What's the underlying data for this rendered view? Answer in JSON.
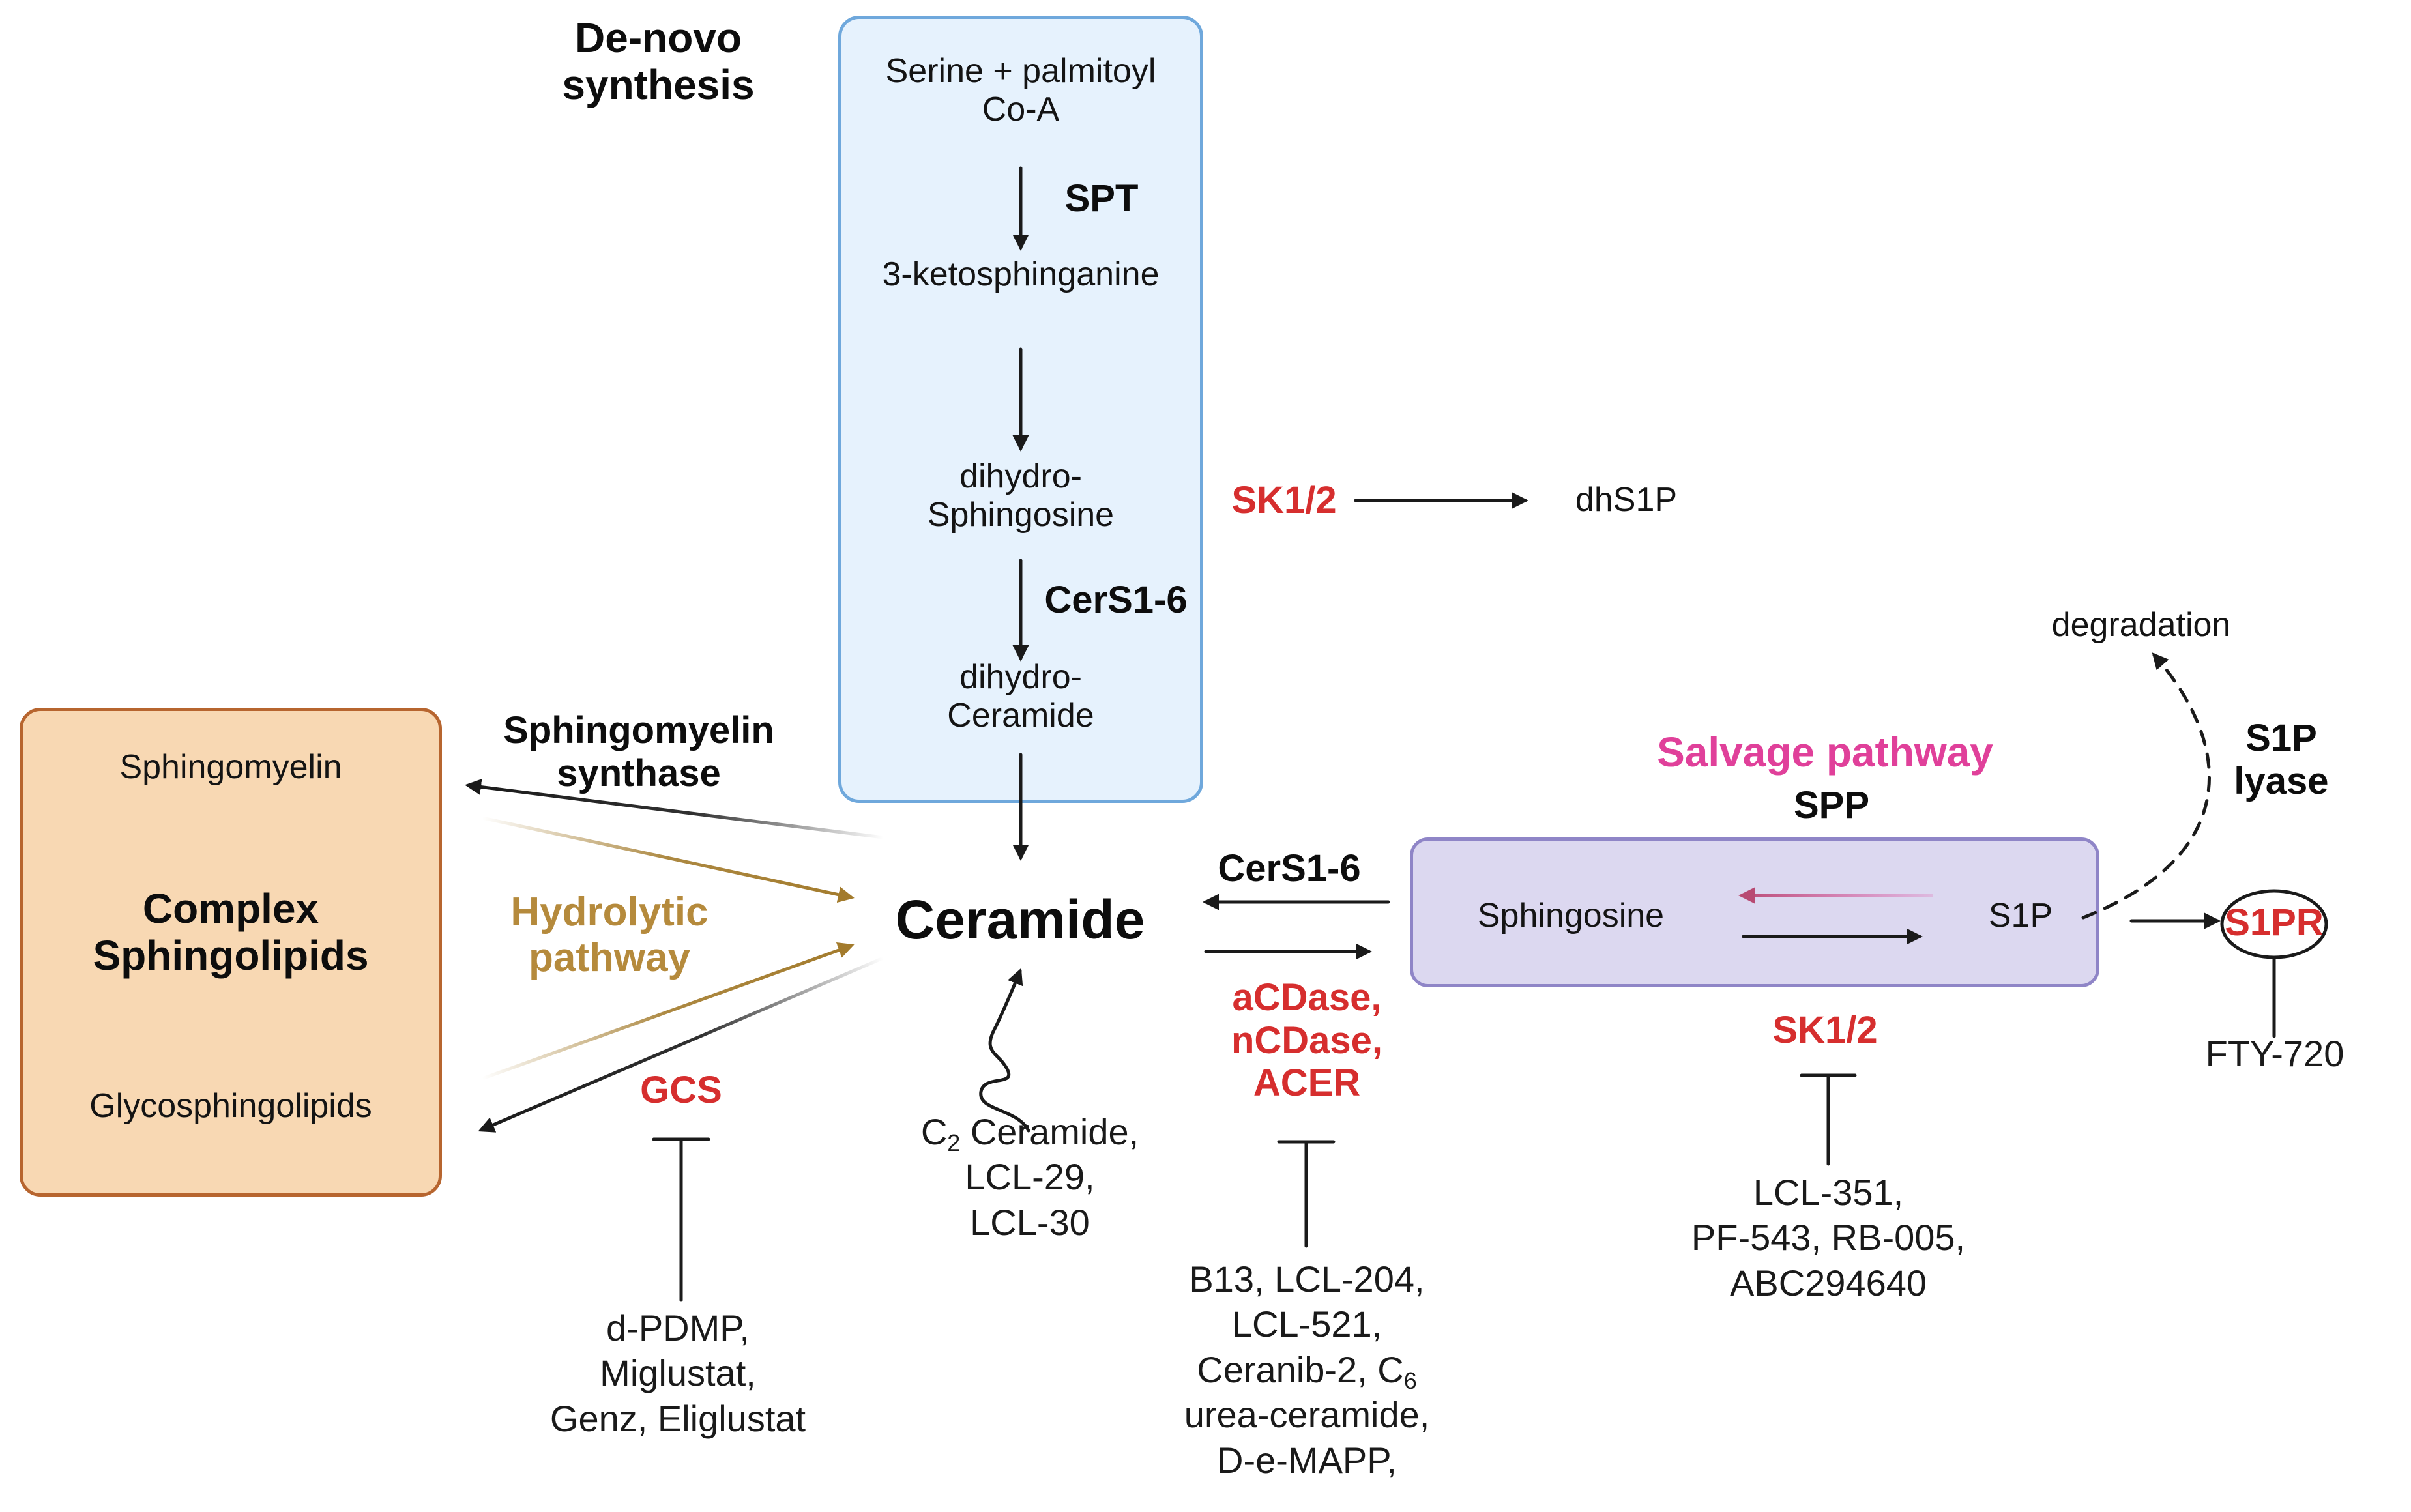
{
  "de_novo": {
    "title": "De-novo\nsynthesis",
    "serine": "Serine + palmitoyl\nCo-A",
    "spt": "SPT",
    "ketosphinganine": "3-ketosphinganine",
    "dihydro_sphingosine": "dihydro-\nSphingosine",
    "cers_top": "CerS1-6",
    "dihydro_ceramide": "dihydro-\nCeramide"
  },
  "dhs1p_branch": {
    "sk": "SK1/2",
    "dhs1p": "dhS1P"
  },
  "complex": {
    "sphingomyelin": "Sphingomyelin",
    "title": "Complex\nSphingolipids",
    "glyco": "Glycosphingolipids"
  },
  "sphingomyelin_synthase": "Sphingomyelin\nsynthase",
  "hydrolytic": "Hydrolytic\npathway",
  "gcs": "GCS",
  "gcs_inhibitors": "d-PDMP,\nMiglustat,\nGenz, Eliglustat",
  "ceramide": "Ceramide",
  "ceramide_analogs": {
    "c": "C",
    "sub": "2",
    "rest": " Ceramide,",
    "lines": "LCL-29,\nLCL-30"
  },
  "cers_mid": "CerS1-6",
  "cdase": "aCDase,\nnCDase,\nACER",
  "cdase_inhibitors": {
    "line1": "B13, LCL-204,",
    "line2": "LCL-521,",
    "line3a": "Ceranib-2, C",
    "line3sub": "6",
    "line4": "urea-ceramide,",
    "line5": "D-e-MAPP,"
  },
  "salvage": {
    "title": "Salvage pathway",
    "spp": "SPP",
    "sphingosine": "Sphingosine",
    "s1p": "S1P"
  },
  "sk_bottom": "SK1/2",
  "sk_inhibitors": "LCL-351,\nPF-543, RB-005,\nABC294640",
  "degradation": "degradation",
  "s1p_lyase": "S1P\nlyase",
  "s1pr": "S1PR",
  "fty": "FTY-720",
  "colors": {
    "denovo_fill": "#e6f2fd",
    "denovo_border": "#6fa8dc",
    "complex_fill": "#f8d8b3",
    "complex_border": "#b7652f",
    "salvage_fill": "#dcd8f0",
    "salvage_border": "#8f85c7",
    "hydrolytic": "#b58a3c",
    "salvage_title": "#e0409a",
    "enzyme_red": "#d62e2e",
    "spp_arrow": "#b84a72"
  }
}
